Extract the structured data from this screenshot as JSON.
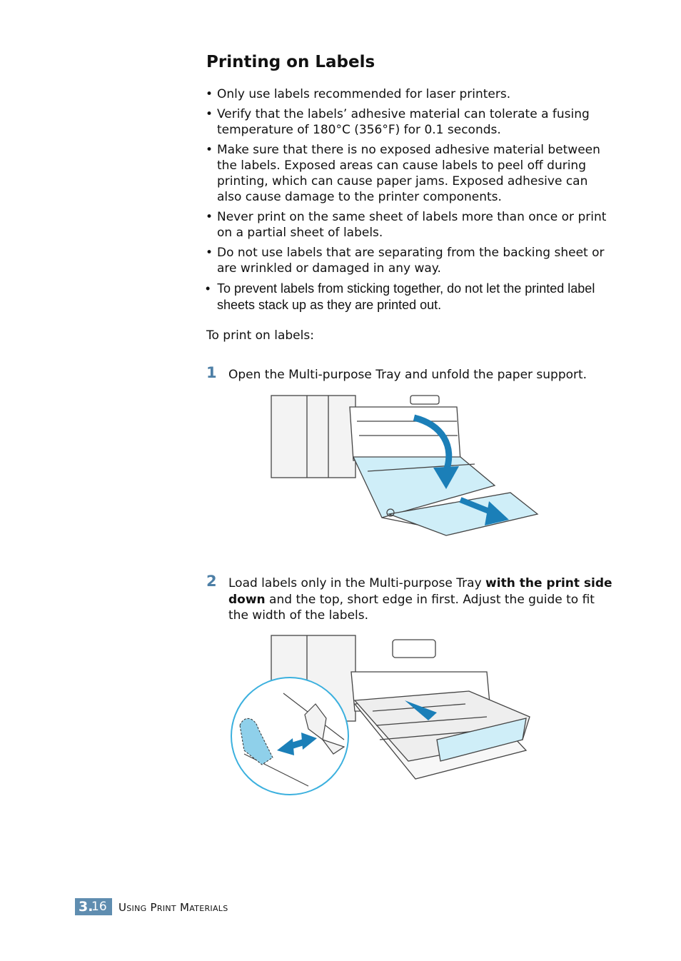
{
  "heading": "Printing on Labels",
  "bullets": [
    "Only use labels recommended for laser printers.",
    "Verify that the labels’ adhesive material can tolerate a fusing temperature of 180°C (356°F) for 0.1 seconds.",
    "Make sure that there is no exposed adhesive material between the labels. Exposed areas can cause labels to peel off during printing, which can cause paper jams. Exposed adhesive can also cause damage to the printer components.",
    "Never print on the same sheet of labels more than once or print on a partial sheet of labels.",
    "Do not use labels that are separating from the backing sheet or are wrinkled or damaged in any way.",
    "To prevent labels from sticking together, do not let the printed label sheets stack up as they are printed out."
  ],
  "intro": "To print on labels:",
  "steps": [
    {
      "number": "1",
      "text": "Open the Multi-purpose Tray and unfold the paper support."
    },
    {
      "number": "2",
      "text_before": "Load labels only in the Multi-purpose Tray ",
      "text_bold": "with the print side down",
      "text_after": " and the top, short edge in first. Adjust the guide to fit the width of the labels."
    }
  ],
  "footer": {
    "chapter": "3.",
    "page": "16",
    "section": "Using Print Materials"
  },
  "colors": {
    "accent": "#5f8db0",
    "arrow": "#1b7fb8",
    "tray": "#cfeef8",
    "circle": "#3bb0de"
  }
}
